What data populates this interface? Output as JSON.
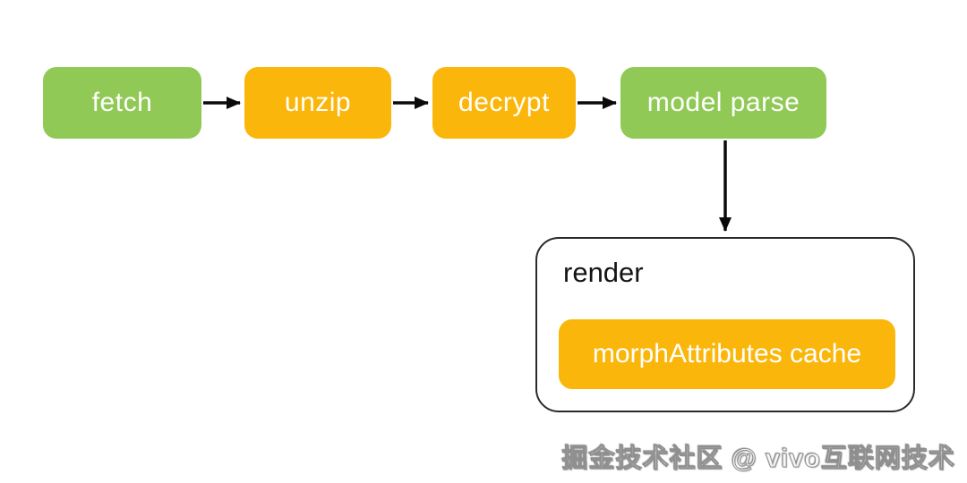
{
  "diagram": {
    "title_none": "",
    "colors": {
      "green": "#90C955",
      "orange": "#FBB60B",
      "arrow": "#0a0a0a",
      "container_border": "#2a2a2a",
      "label_dark": "#141414",
      "watermark_gray": "#8f8f8f"
    },
    "flow_nodes": [
      {
        "id": "fetch",
        "label": "fetch",
        "color": "green"
      },
      {
        "id": "unzip",
        "label": "unzip",
        "color": "orange"
      },
      {
        "id": "decrypt",
        "label": "decrypt",
        "color": "orange"
      },
      {
        "id": "model-parse",
        "label": "model parse",
        "color": "green"
      }
    ],
    "arrows": [
      {
        "from": "fetch",
        "to": "unzip",
        "direction": "right"
      },
      {
        "from": "unzip",
        "to": "decrypt",
        "direction": "right"
      },
      {
        "from": "decrypt",
        "to": "model parse",
        "direction": "right"
      },
      {
        "from": "model parse",
        "to": "render",
        "direction": "down"
      }
    ],
    "container": {
      "label": "render",
      "child": {
        "label": "morphAttributes cache",
        "color": "orange"
      }
    },
    "watermark": "掘金技术社区 @ vivo互联网技术"
  }
}
